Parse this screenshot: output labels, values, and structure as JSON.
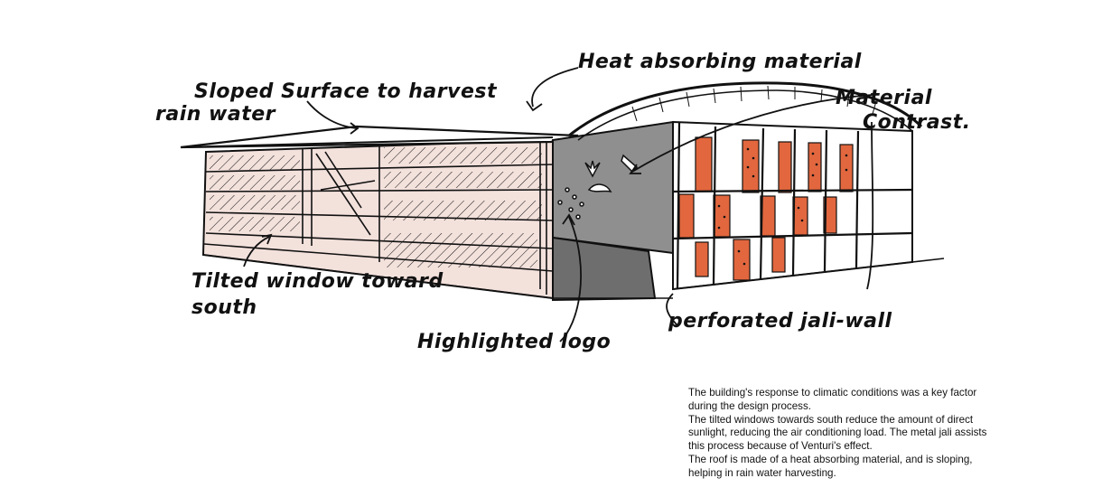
{
  "annotations": {
    "heat": "Heat absorbing material",
    "sloped_1": "Sloped Surface to harvest",
    "sloped_2": "rain water",
    "material_1": "Material",
    "material_2": "Contrast.",
    "tilted_1": "Tilted window toward",
    "tilted_2": "south",
    "logo": "Highlighted logo",
    "jali": "perforated jali-wall"
  },
  "description": {
    "p1": "The building's response to climatic conditions was a key factor during the design process.",
    "p2": "The tilted windows towards south reduce the amount of direct sunlight, reducing the air conditioning load. The metal jali assists this process because of Venturi's effect.",
    "p3": "The roof is made of a heat absorbing material, and is sloping, helping in rain water harvesting."
  },
  "colors": {
    "wall_tint": "#f3e1dc",
    "gray_wall": "#8f8f8f",
    "dark_gray": "#6e6e6e",
    "jali_orange": "#e2673e",
    "ink": "#111111"
  }
}
